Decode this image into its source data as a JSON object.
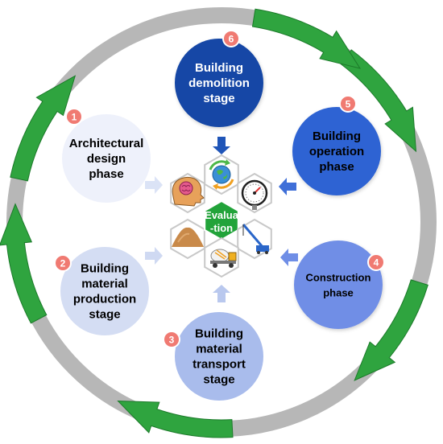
{
  "stages": [
    {
      "number": "1",
      "lines": [
        "Architectural",
        "design",
        "phase"
      ]
    },
    {
      "number": "2",
      "lines": [
        "Building",
        "material",
        "production",
        "stage"
      ]
    },
    {
      "number": "3",
      "lines": [
        "Building",
        "material",
        "transport",
        "stage"
      ]
    },
    {
      "number": "4",
      "lines": [
        "Construction",
        "phase"
      ]
    },
    {
      "number": "5",
      "lines": [
        "Building",
        "operation",
        "phase"
      ]
    },
    {
      "number": "6",
      "lines": [
        "Building",
        "demolition",
        "stage"
      ]
    }
  ],
  "center": {
    "lines": [
      "Evalua",
      "-tion"
    ]
  },
  "hex_icons": [
    "brain-head-icon",
    "recycle-globe-icon",
    "pressure-gauge-icon",
    "sand-pile-icon",
    "mixer-truck-icon",
    "crane-icon"
  ],
  "colors": {
    "ring": "#b7b7b7",
    "cycle_arrow": "#2fa43f",
    "center_hex": "#22a33a",
    "number_badge": "#f07a72",
    "stage_fills": [
      "#eef1fb",
      "#d4ddf3",
      "#a9bcec",
      "#6f8ee6",
      "#2f63d3",
      "#1347a6"
    ],
    "stage_text": [
      "#000000",
      "#000000",
      "#000000",
      "#000000",
      "#000000",
      "#ffffff"
    ]
  }
}
